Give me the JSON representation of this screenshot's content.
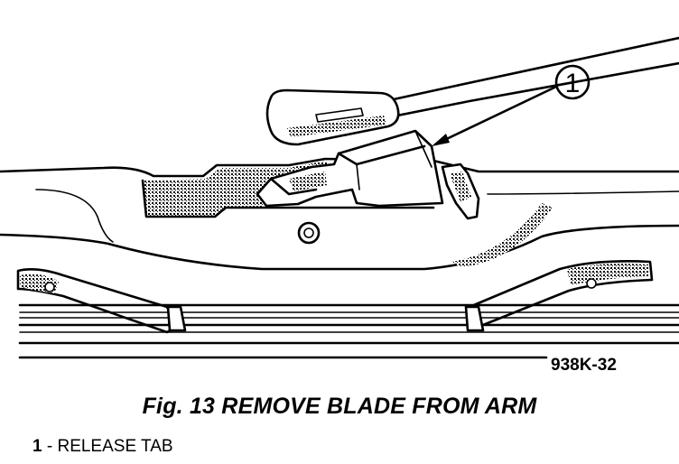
{
  "figure": {
    "callout_number": "1",
    "figure_id": "938K-32"
  },
  "caption": {
    "text": "Fig. 13 REMOVE BLADE FROM ARM"
  },
  "legend": {
    "items": [
      {
        "number": "1",
        "separator": " - ",
        "label": "RELEASE TAB"
      }
    ]
  },
  "colors": {
    "ink": "#000000",
    "background": "#ffffff",
    "shading": "#a0a0a0"
  }
}
